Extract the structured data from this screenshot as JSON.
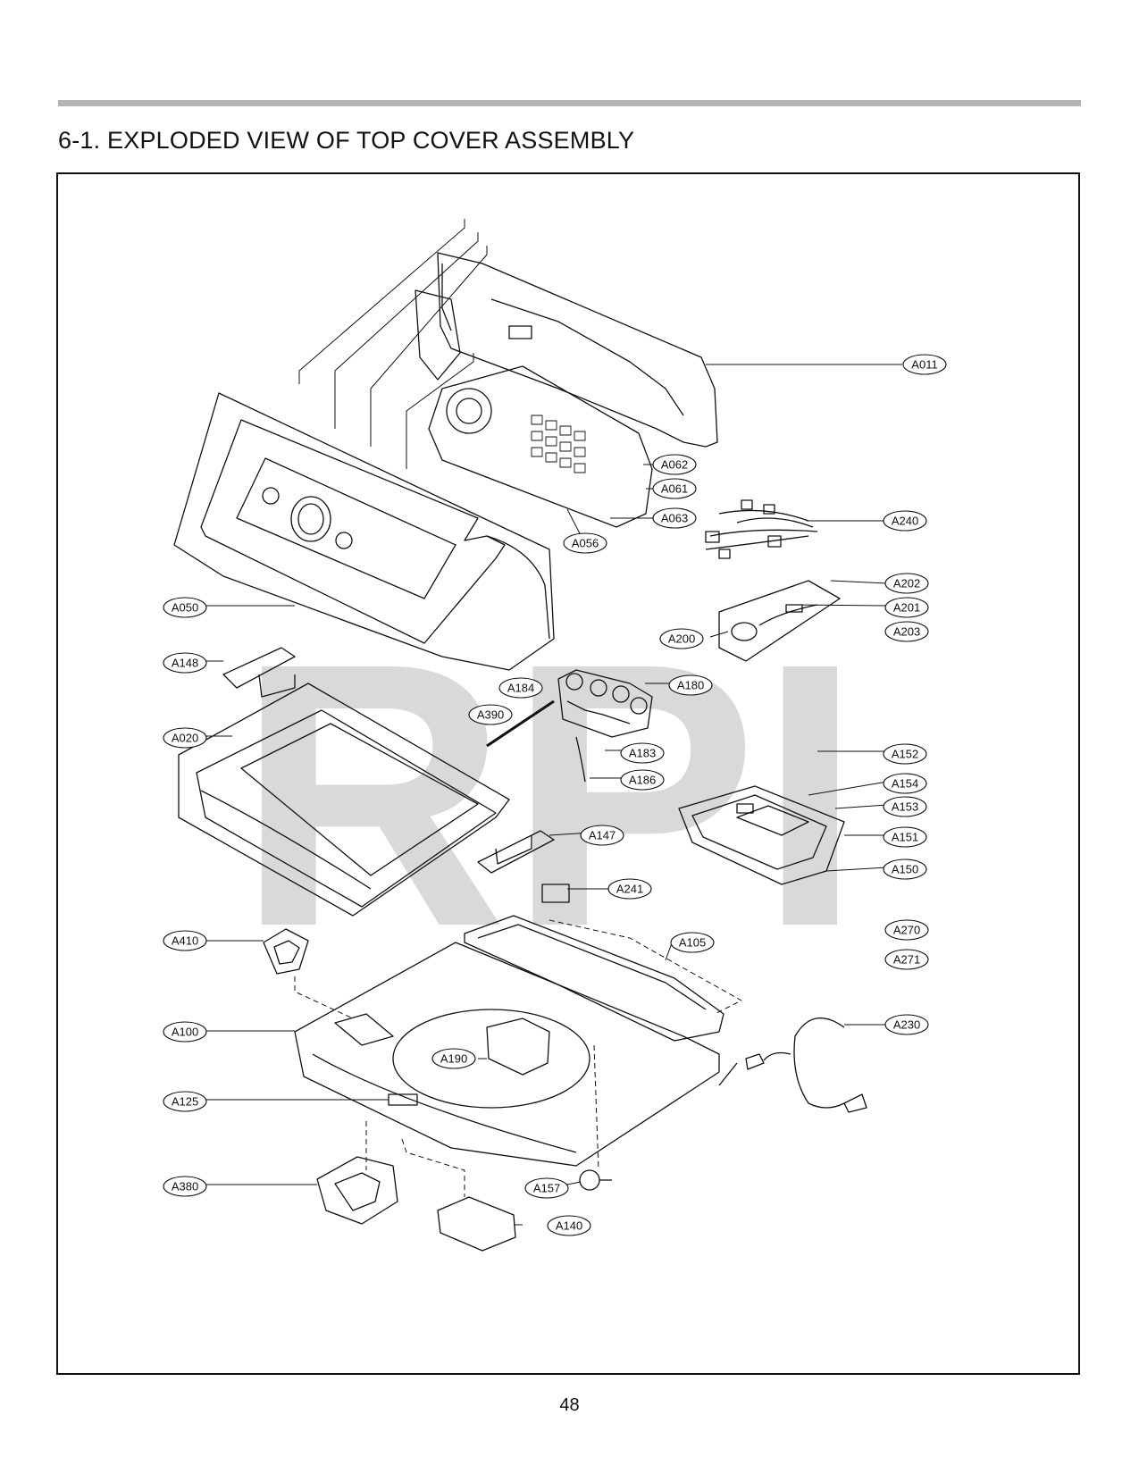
{
  "page": {
    "title": "6-1. EXPLODED VIEW OF TOP COVER ASSEMBLY",
    "page_number": "48",
    "watermark": "RPI"
  },
  "parts": [
    {
      "id": "A011",
      "label": "A011"
    },
    {
      "id": "A062",
      "label": "A062"
    },
    {
      "id": "A061",
      "label": "A061"
    },
    {
      "id": "A063",
      "label": "A063"
    },
    {
      "id": "A056",
      "label": "A056"
    },
    {
      "id": "A240",
      "label": "A240"
    },
    {
      "id": "A202",
      "label": "A202"
    },
    {
      "id": "A201",
      "label": "A201"
    },
    {
      "id": "A203",
      "label": "A203"
    },
    {
      "id": "A200",
      "label": "A200"
    },
    {
      "id": "A050",
      "label": "A050"
    },
    {
      "id": "A148",
      "label": "A148"
    },
    {
      "id": "A184",
      "label": "A184"
    },
    {
      "id": "A180",
      "label": "A180"
    },
    {
      "id": "A390",
      "label": "A390"
    },
    {
      "id": "A020",
      "label": "A020"
    },
    {
      "id": "A183",
      "label": "A183"
    },
    {
      "id": "A186",
      "label": "A186"
    },
    {
      "id": "A152",
      "label": "A152"
    },
    {
      "id": "A154",
      "label": "A154"
    },
    {
      "id": "A153",
      "label": "A153"
    },
    {
      "id": "A151",
      "label": "A151"
    },
    {
      "id": "A150",
      "label": "A150"
    },
    {
      "id": "A147",
      "label": "A147"
    },
    {
      "id": "A241",
      "label": "A241"
    },
    {
      "id": "A270",
      "label": "A270"
    },
    {
      "id": "A271",
      "label": "A271"
    },
    {
      "id": "A410",
      "label": "A410"
    },
    {
      "id": "A105",
      "label": "A105"
    },
    {
      "id": "A100",
      "label": "A100"
    },
    {
      "id": "A230",
      "label": "A230"
    },
    {
      "id": "A190",
      "label": "A190"
    },
    {
      "id": "A125",
      "label": "A125"
    },
    {
      "id": "A380",
      "label": "A380"
    },
    {
      "id": "A157",
      "label": "A157"
    },
    {
      "id": "A140",
      "label": "A140"
    }
  ]
}
